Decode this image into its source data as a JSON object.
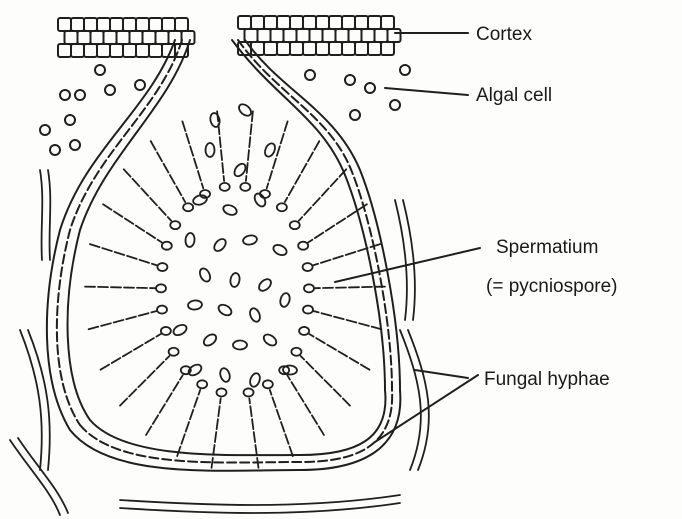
{
  "labels": {
    "cortex": "Cortex",
    "algal_cell": "Algal cell",
    "spermatium_line1": "Spermatium",
    "spermatium_line2": "(= pycniospore)",
    "fungal_hyphae": "Fungal hyphae"
  },
  "colors": {
    "ink": "#1f1f1f",
    "paper": "#fdfdfc"
  }
}
